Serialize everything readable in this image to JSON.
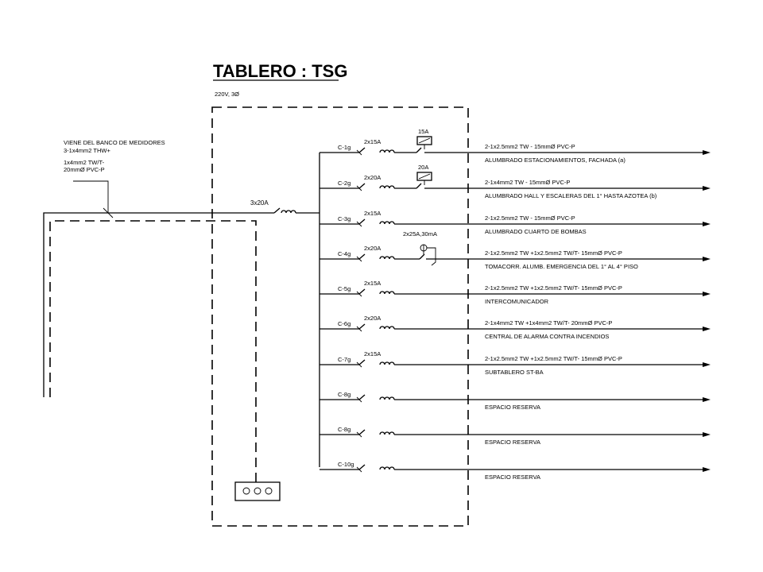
{
  "title": "TABLERO : TSG",
  "voltage": "220V, 3Ø",
  "feeder_note": {
    "line1": "VIENE DEL BANCO DE MEDIDORES",
    "line2": "3-1x4mm2 THW+",
    "line3": "1x4mm2 TW/T-",
    "line4": "20mmØ PVC-P"
  },
  "main_breaker": "3x20A",
  "circuits": [
    {
      "id": "C-1g",
      "breaker": "2x15A",
      "protection": "15A",
      "cable": "2-1x2.5mm2 TW - 15mmØ PVC-P",
      "description": "ALUMBRADO  ESTACIONAMIENTOS, FACHADA (a)"
    },
    {
      "id": "C-2g",
      "breaker": "2x20A",
      "protection": "20A",
      "cable": "2-1x4mm2 TW - 15mmØ PVC-P",
      "description": "ALUMBRADO HALL Y  ESCALERAS DEL 1° HASTA AZOTEA  (b)"
    },
    {
      "id": "C-3g",
      "breaker": "2x15A",
      "protection": "",
      "cable": "2-1x2.5mm2 TW - 15mmØ PVC-P",
      "description": "ALUMBRADO  CUARTO DE BOMBAS"
    },
    {
      "id": "C-4g",
      "breaker": "2x20A",
      "protection": "2x25A,30mA",
      "cable": "2-1x2.5mm2 TW +1x2.5mm2 TW/T- 15mmØ PVC-P",
      "description": "TOMACORR. ALUMB. EMERGENCIA DEL 1° AL 4° PISO"
    },
    {
      "id": "C-5g",
      "breaker": "2x15A",
      "protection": "",
      "cable": "2-1x2.5mm2 TW +1x2.5mm2 TW/T- 15mmØ PVC-P",
      "description": "INTERCOMUNICADOR"
    },
    {
      "id": "C-6g",
      "breaker": "2x20A",
      "protection": "",
      "cable": "2-1x4mm2 TW +1x4mm2 TW/T- 20mmØ PVC-P",
      "description": "CENTRAL DE ALARMA CONTRA INCENDIOS"
    },
    {
      "id": "C-7g",
      "breaker": "2x15A",
      "protection": "",
      "cable": "2-1x2.5mm2 TW +1x2.5mm2 TW/T- 15mmØ PVC-P",
      "description": "SUBTABLERO ST-BA"
    },
    {
      "id": "C-8g",
      "breaker": "",
      "protection": "",
      "cable": "",
      "description": "ESPACIO RESERVA"
    },
    {
      "id": "C-8g",
      "breaker": "",
      "protection": "",
      "cable": "",
      "description": "ESPACIO RESERVA"
    },
    {
      "id": "C-10g",
      "breaker": "",
      "protection": "",
      "cable": "",
      "description": "ESPACIO RESERVA"
    }
  ]
}
